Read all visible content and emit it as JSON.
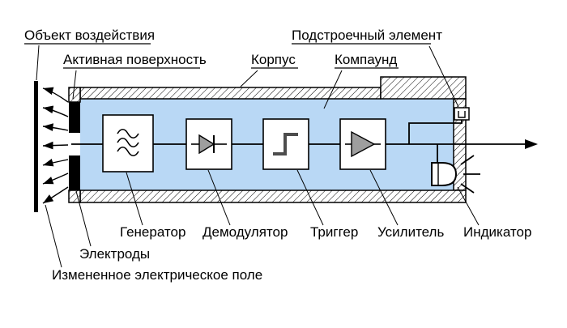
{
  "labels": {
    "object": "Объект воздействия",
    "active_surface": "Активная поверхность",
    "housing": "Корпус",
    "compound": "Компаунд",
    "trimmer": "Подстроечный элемент",
    "generator": "Генератор",
    "demodulator": "Демодулятор",
    "trigger": "Триггер",
    "amplifier": "Усилитель",
    "indicator": "Индикатор",
    "electrodes": "Электроды",
    "field": "Измененное электрическое поле"
  },
  "symbols": {
    "generator": "triple-wave-icon",
    "demodulator": "diode-icon",
    "trigger": "step-function-icon",
    "amplifier": "triangle-icon",
    "indicator": "led-with-rays-icon",
    "trimmer": "adjustable-element-icon",
    "object": "plate-with-field-arrows",
    "output": "right-arrow"
  },
  "colors": {
    "compound": "#b9d8f5",
    "symbol_gray": "#9e9e9e",
    "symbol_dark": "#4d4d4d",
    "line": "#000000",
    "background": "#ffffff"
  }
}
